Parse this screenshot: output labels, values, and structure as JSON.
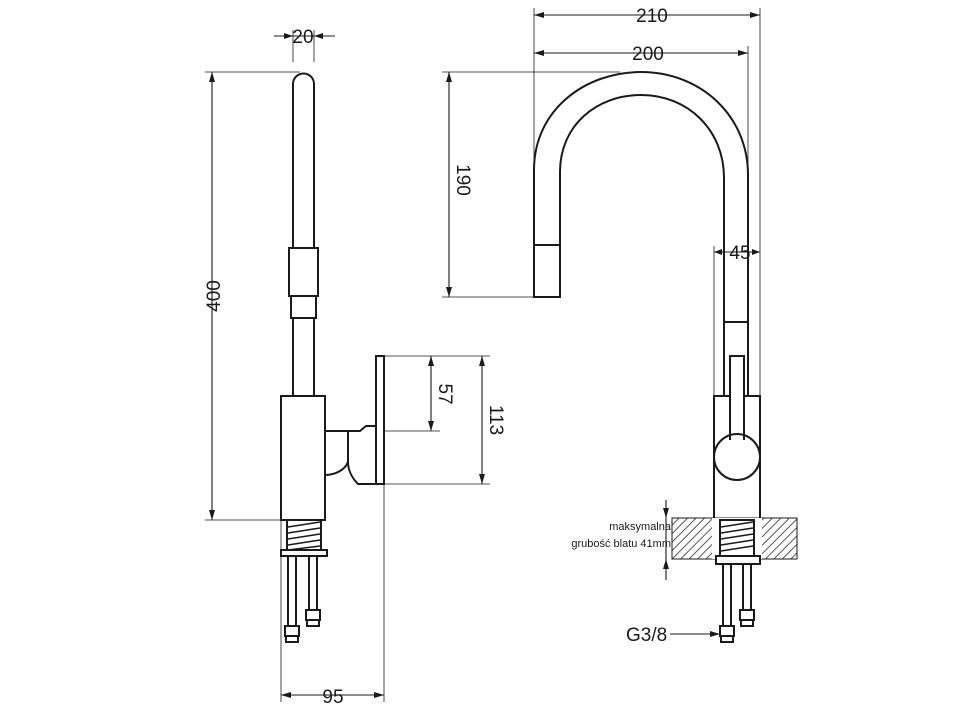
{
  "dimensions": {
    "side_width_top": "20",
    "height_total": "400",
    "lever_height": "57",
    "body_height": "113",
    "base_depth": "95",
    "reach_outer": "210",
    "reach_inner": "200",
    "spout_height": "190",
    "spout_tip": "45"
  },
  "notes": {
    "max_thickness_line1": "maksymalna",
    "max_thickness_line2": "grubość blatu 41mm",
    "connection_thread": "G3/8"
  }
}
